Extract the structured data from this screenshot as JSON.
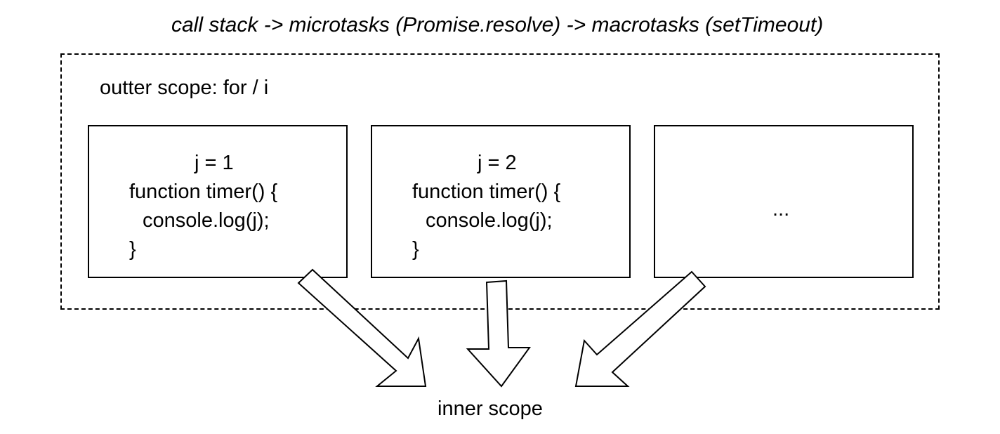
{
  "title": "call stack -> microtasks (Promise.resolve) -> macrotasks (setTimeout)",
  "outer_scope": {
    "label": "outter scope: for / i"
  },
  "boxes": [
    {
      "lines": [
        "j = 1",
        "function timer() {",
        "console.log(j);",
        "}"
      ]
    },
    {
      "lines": [
        "j = 2",
        "function timer() {",
        "console.log(j);",
        "}"
      ]
    },
    {
      "text": "..."
    }
  ],
  "inner_scope": {
    "label": "inner scope"
  },
  "colors": {
    "stroke": "#000000",
    "background": "#ffffff"
  }
}
